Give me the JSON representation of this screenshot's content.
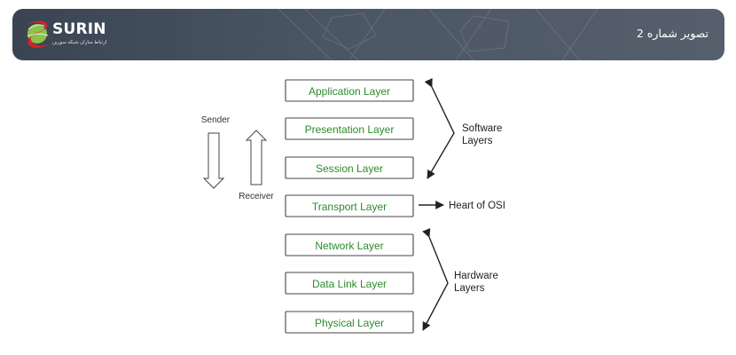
{
  "header": {
    "title": "تصویر شماره 2",
    "logo": {
      "name": "SURIN",
      "tagline": "ارتباط سازان شبکه سورین"
    },
    "colors": {
      "background": "#46505c",
      "logo_red": "#d8232a",
      "logo_green": "#8bc34a"
    }
  },
  "diagram": {
    "layers": [
      "Application Layer",
      "Presentation Layer",
      "Session Layer",
      "Transport Layer",
      "Network Layer",
      "Data Link Layer",
      "Physical Layer"
    ],
    "sender_label": "Sender",
    "receiver_label": "Receiver",
    "software_label": [
      "Software",
      "Layers"
    ],
    "hardware_label": [
      "Hardware",
      "Layers"
    ],
    "heart_label": "Heart of OSI",
    "colors": {
      "layer_text": "#2c8a2c",
      "box_border": "#444444",
      "arrows": "#222222"
    }
  }
}
